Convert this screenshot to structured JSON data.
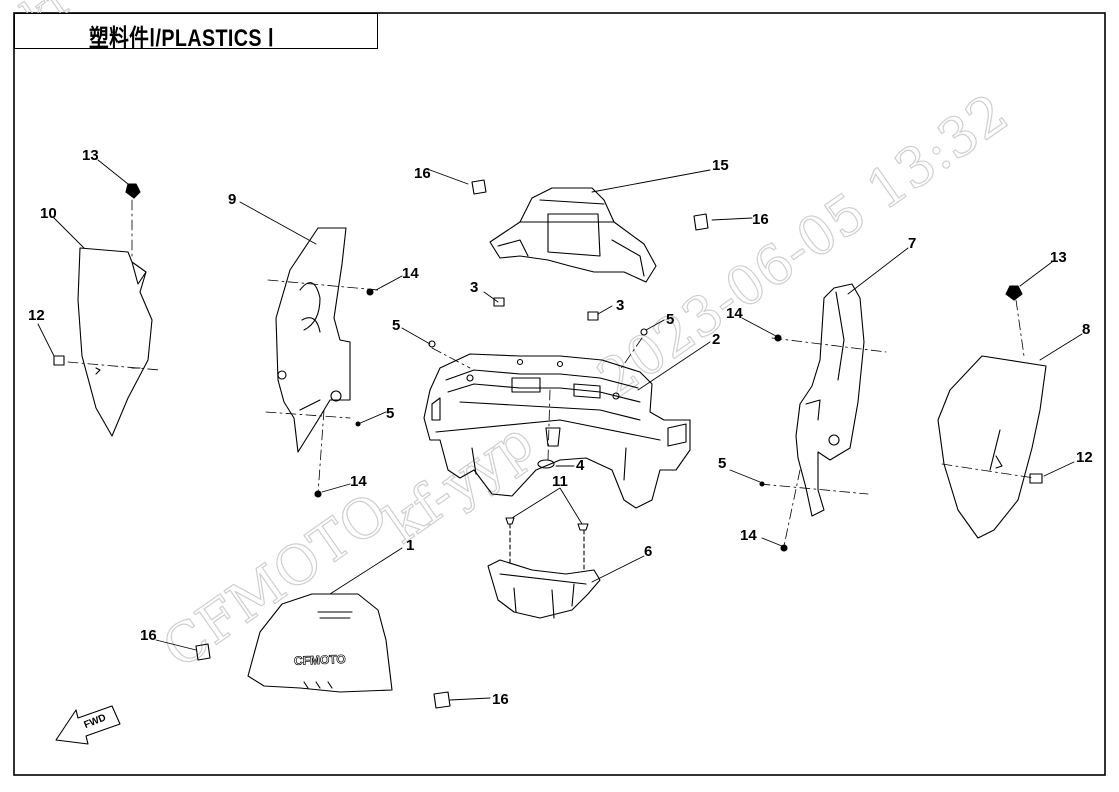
{
  "header": {
    "title": "塑料件Ⅰ/PLASTICS Ⅰ"
  },
  "watermark": {
    "top_left_fragment": "kf",
    "brand": "CFMOTO",
    "user": "kf-yyp",
    "timestamp": "2023-06-05 13:32"
  },
  "diagram": {
    "callouts": [
      "1",
      "2",
      "3",
      "3",
      "4",
      "5",
      "5",
      "5",
      "5",
      "6",
      "7",
      "8",
      "9",
      "10",
      "11",
      "12",
      "12",
      "13",
      "13",
      "14",
      "14",
      "14",
      "14",
      "15",
      "16",
      "16",
      "16",
      "16"
    ],
    "part1_logo": "CFMOTO",
    "fwd_label": "FWD"
  },
  "colors": {
    "line": "#000000",
    "watermark": "#cfcfcf",
    "background": "#ffffff"
  }
}
